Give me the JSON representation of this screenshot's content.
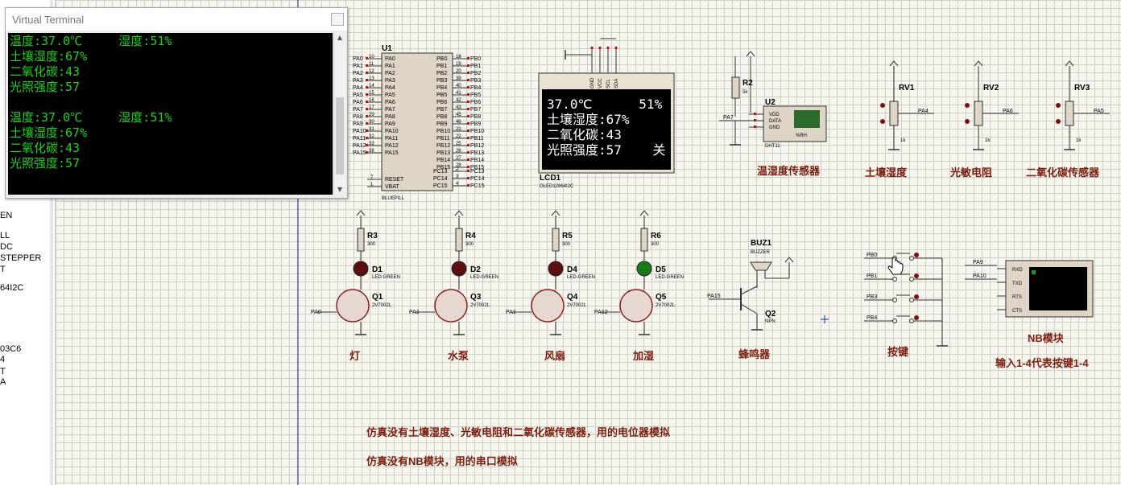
{
  "terminal": {
    "title": "Virtual Terminal",
    "lines": [
      "温度:37.0℃     湿度:51%",
      "土壤湿度:67%",
      "二氧化碳:43",
      "光照强度:57",
      "",
      "温度:37.0℃     湿度:51%",
      "土壤湿度:67%",
      "二氧化碳:43",
      "光照强度:57"
    ]
  },
  "sidebar": {
    "items": [
      "EN",
      "LL",
      "DC",
      "STEPPER",
      "T",
      "64I2C",
      "03C6",
      "4",
      "T",
      "A"
    ]
  },
  "oled": {
    "lines": [
      "37.0℃      51%",
      "土壤湿度:67%",
      "二氧化碳:43",
      "光照强度:57    关"
    ],
    "ref": "LCD1",
    "model": "OLED12864I2C",
    "pins": [
      "GND",
      "VCC",
      "SCL",
      "SDA"
    ]
  },
  "mcu": {
    "ref": "U1",
    "model": "BLUEPILL",
    "left_pins": [
      "PA0",
      "PA1",
      "PA2",
      "PA3",
      "PA4",
      "PA5",
      "PA6",
      "PA7",
      "PA8",
      "PA9",
      "PA10",
      "PA11",
      "PA12",
      "PA15"
    ],
    "left_nums": [
      "10",
      "11",
      "12",
      "13",
      "14",
      "15",
      "16",
      "17",
      "29",
      "30",
      "31",
      "32",
      "33",
      "38"
    ],
    "left_nets": [
      "PA0",
      "PA1",
      "PA2",
      "PA3",
      "PA4",
      "PA5",
      "PA6",
      "PA7",
      "PA8",
      "PA9",
      "PA10",
      "PA11",
      "PA12",
      "PA15"
    ],
    "right_pins": [
      "PB0",
      "PB1",
      "PB2",
      "PB3",
      "PB4",
      "PB5",
      "PB6",
      "PB7",
      "PB8",
      "PB9",
      "PB10",
      "PB11",
      "PB12",
      "PB13",
      "PB14",
      "PB15"
    ],
    "right_nums": [
      "18",
      "19",
      "20",
      "39",
      "40",
      "41",
      "42",
      "43",
      "45",
      "46",
      "21",
      "22",
      "25",
      "26",
      "27",
      "28"
    ],
    "right_nets": [
      "PB0",
      "PB1",
      "PB2",
      "PB3",
      "PB4",
      "PB5",
      "PB6",
      "PB7",
      "PB8",
      "PB9",
      "PB10",
      "PB11",
      "PB12",
      "PB13",
      "PB14",
      "PB15"
    ],
    "bottom_left": [
      "RESET",
      "VBAT"
    ],
    "bottom_left_nums": [
      "7",
      "1"
    ],
    "bottom_right": [
      "PC13",
      "PC14",
      "PC15"
    ],
    "bottom_right_nums": [
      "2",
      "3",
      "4"
    ]
  },
  "dht": {
    "ref": "U2",
    "model": "DHT11",
    "pins": [
      "VDD",
      "DATA",
      "GND"
    ],
    "resistor_ref": "R2",
    "resistor_val": "5k",
    "net": "PA7",
    "screen_text": "%RH",
    "caption": "温湿度传感器"
  },
  "pots": [
    {
      "ref": "RV1",
      "val": "1k",
      "net": "PA4",
      "caption": "土壤湿度"
    },
    {
      "ref": "RV2",
      "val": "1k",
      "net": "PA6",
      "caption": "光敏电阻"
    },
    {
      "ref": "RV3",
      "val": "1k",
      "net": "PA5",
      "caption": "二氧化碳传感器"
    }
  ],
  "drivers": [
    {
      "r": "R3",
      "rval": "300",
      "d": "D1",
      "dmodel": "LED-GREEN",
      "q": "Q1",
      "qmodel": "2V7002L",
      "net": "PA0",
      "caption": "灯"
    },
    {
      "r": "R4",
      "rval": "300",
      "d": "D2",
      "dmodel": "LED-GREEN",
      "q": "Q3",
      "qmodel": "2V7002L",
      "net": "PA1",
      "caption": "水泵"
    },
    {
      "r": "R5",
      "rval": "300",
      "d": "D4",
      "dmodel": "LED-GREEN",
      "q": "Q4",
      "qmodel": "2V7002L",
      "net": "PA1",
      "caption": "风扇"
    },
    {
      "r": "R6",
      "rval": "300",
      "d": "D5",
      "dmodel": "LED-GREEN",
      "q": "Q5",
      "qmodel": "2V7002L",
      "net": "PA12",
      "caption": "加湿"
    }
  ],
  "buzzer": {
    "ref": "BUZ1",
    "model": "BUZZER",
    "q": "Q2",
    "qmodel": "NPN",
    "net": "PA15",
    "caption": "蜂鸣器"
  },
  "buttons": {
    "nets": [
      "PB0",
      "PB1",
      "PB3",
      "PB4"
    ],
    "caption": "按键"
  },
  "nb": {
    "pins": [
      "RXD",
      "TXD",
      "RTS",
      "CTS"
    ],
    "nets": [
      "PA9",
      "PA10"
    ],
    "caption": "NB模块",
    "subcaption": "输入1-4代表按键1-4"
  },
  "notes": [
    "仿真没有土壤湿度、光敏电阻和二氧化碳传感器，用的电位器模拟",
    "仿真没有NB模块，用的串口模拟"
  ],
  "colors": {
    "terminal_text": "#1fd21f",
    "caption": "#7a1e10",
    "led_on": "#1a7a1a",
    "led_off": "#5a1010",
    "wire_red": "#c01010",
    "pin_blue": "#1030c0"
  }
}
